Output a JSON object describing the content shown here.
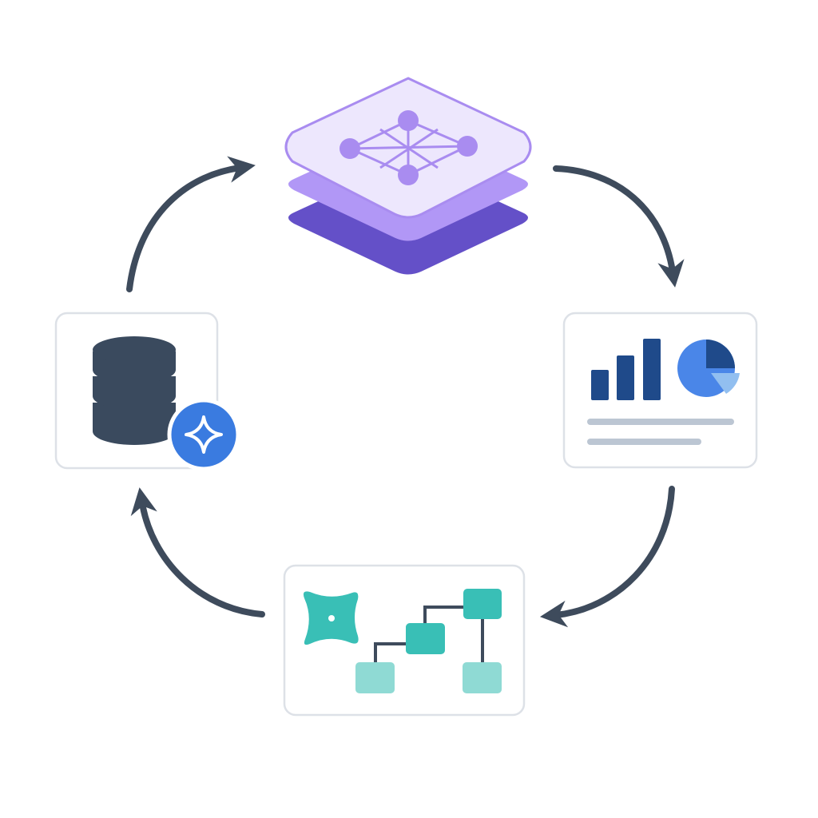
{
  "diagram": {
    "type": "cycle",
    "flow_direction": "clockwise",
    "nodes": [
      {
        "id": "semantic-layer",
        "icon": "stacked-layers-network-icon"
      },
      {
        "id": "analytics",
        "icon": "bar-and-pie-chart-icon"
      },
      {
        "id": "transformation",
        "icon": "dbt-workflow-icon"
      },
      {
        "id": "data-warehouse",
        "icon": "database-sparkle-icon"
      }
    ],
    "edges": [
      {
        "from": "semantic-layer",
        "to": "analytics"
      },
      {
        "from": "analytics",
        "to": "transformation"
      },
      {
        "from": "transformation",
        "to": "data-warehouse"
      },
      {
        "from": "data-warehouse",
        "to": "semantic-layer"
      }
    ]
  },
  "colors": {
    "arrow": "#3e4b5c",
    "card_border": "#dde1e7",
    "database": "#3a4a5e",
    "sparkle_badge": "#3a7be0",
    "layer_top": "#ede7fd",
    "layer_mid": "#b197f6",
    "layer_bottom": "#6450c8",
    "network_node": "#a98cf0",
    "chart_bars": "#1f4a8a",
    "pie_main": "#4a86e8",
    "pie_dark": "#1f4a8a",
    "pie_light": "#92bff0",
    "text_lines": "#bcc6d3",
    "teal": "#39bfb6",
    "teal_light": "#8fdad4",
    "connector": "#3e4b5c"
  }
}
